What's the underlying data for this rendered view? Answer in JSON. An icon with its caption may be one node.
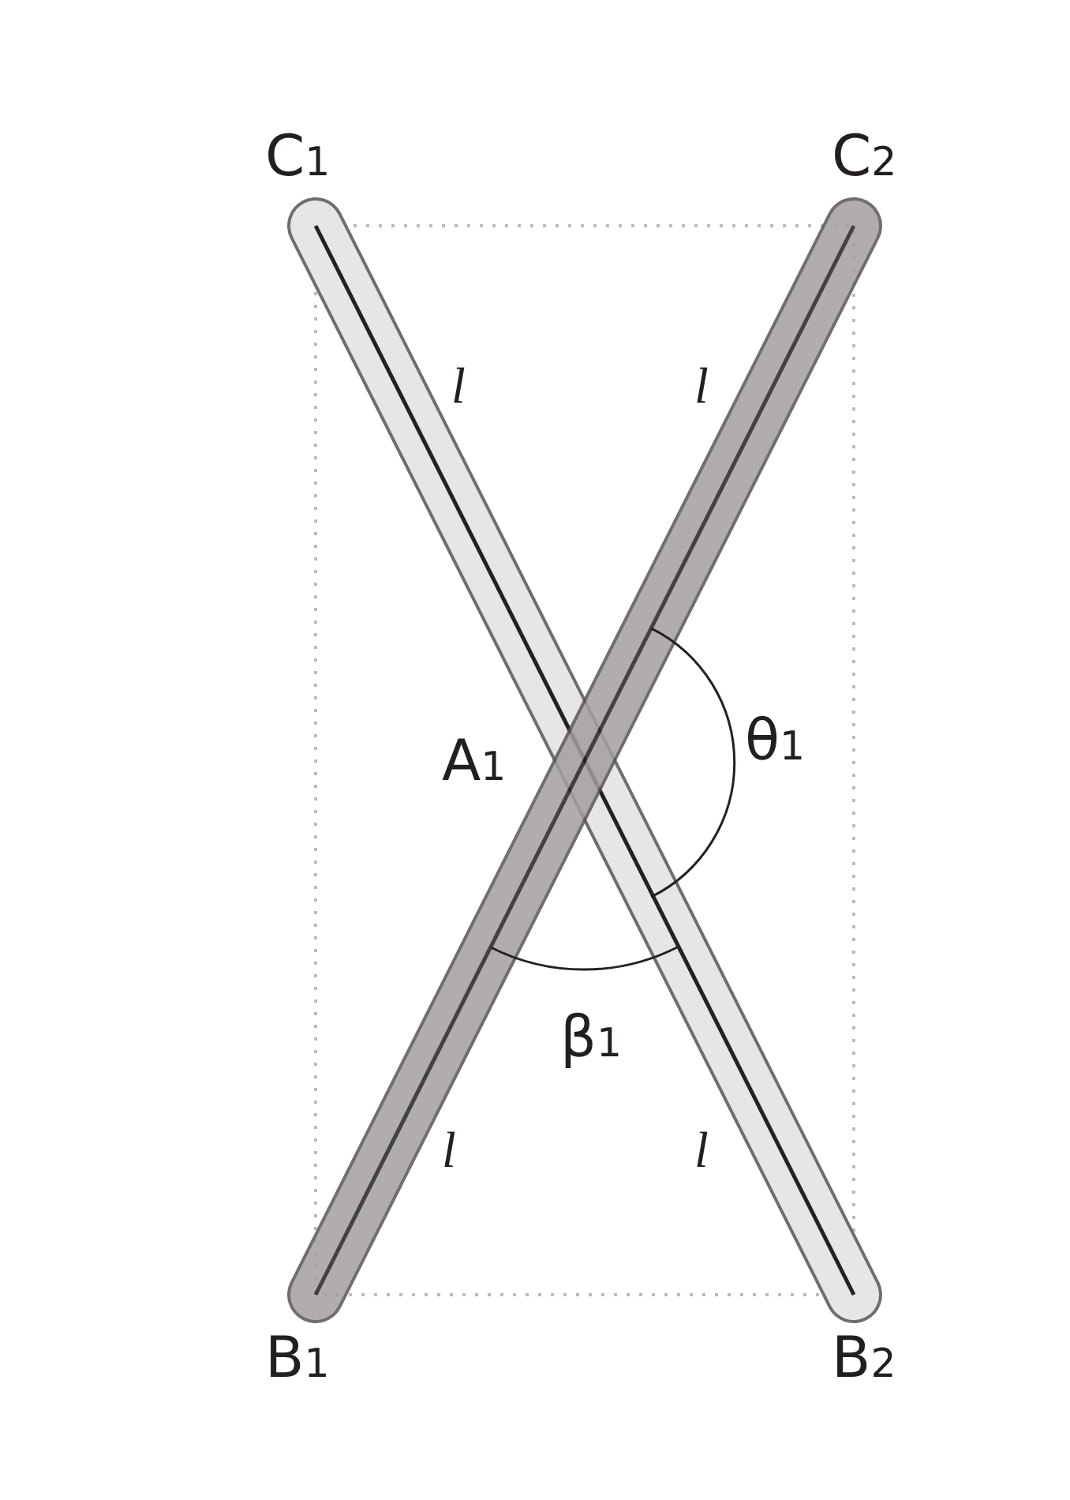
{
  "diagram": {
    "labels": [
      "C$_{1}$",
      "C$_{2}$",
      "l",
      "l",
      "A$_{1}$",
      "θ$_{1}$",
      "β$_{1}$",
      "l",
      "l",
      "B$_{1}$",
      "B$_{2}$"
    ]
  }
}
